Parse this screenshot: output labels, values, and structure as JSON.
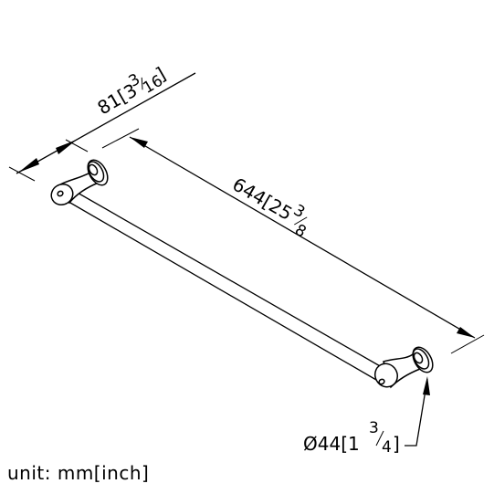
{
  "dimensions": {
    "depth": {
      "main": "81[3",
      "num": "3",
      "den": "16",
      "close": "]"
    },
    "length": {
      "main": "644[25",
      "num": "3",
      "den": "8"
    },
    "diameter": {
      "main": "Ø44[1",
      "num": "3",
      "den": "4",
      "close": "]"
    }
  },
  "unit_note": "unit: mm[inch]"
}
